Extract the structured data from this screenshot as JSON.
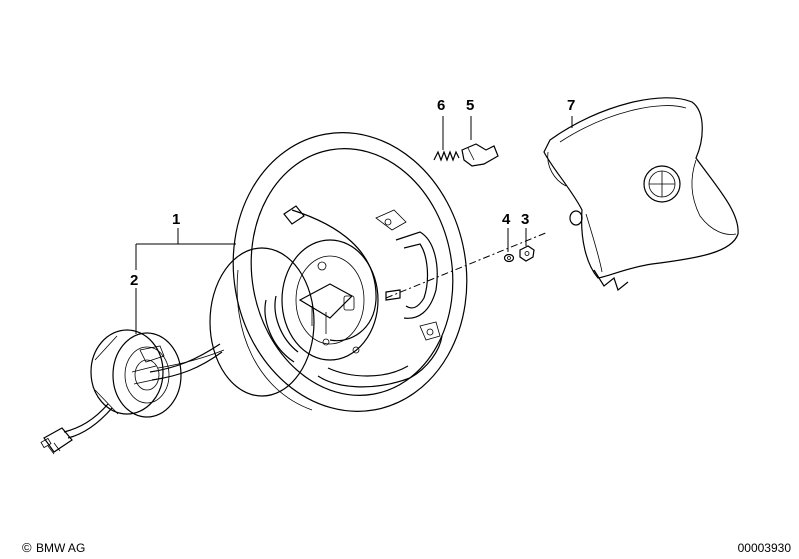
{
  "callouts": {
    "p1": "1",
    "p2": "2",
    "p3": "3",
    "p4": "4",
    "p5": "5",
    "p6": "6",
    "p7": "7"
  },
  "footer": {
    "copyright_symbol": "©",
    "copyright_text": "BMW AG",
    "image_id": "00003930"
  },
  "colors": {
    "line": "#000000",
    "background": "#ffffff"
  }
}
